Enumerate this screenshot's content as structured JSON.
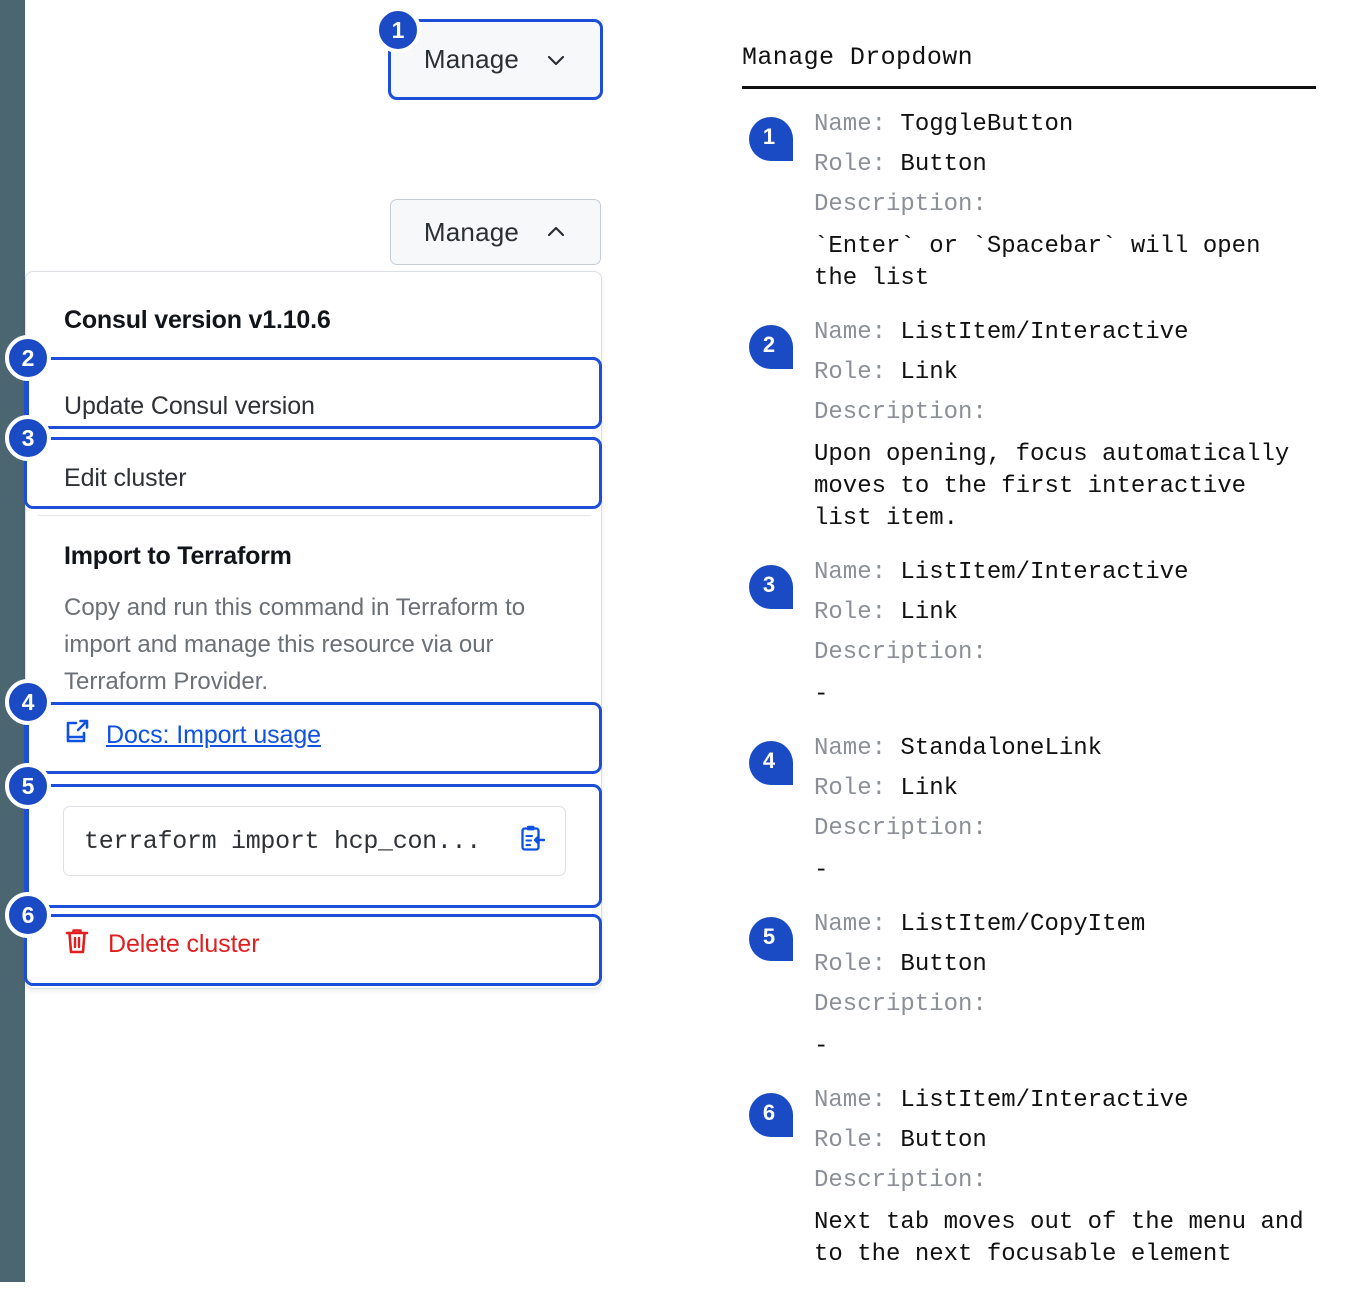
{
  "rail": {
    "color": "#4b6670"
  },
  "accent": {
    "blue": "#1b4bc4",
    "link_blue": "#0f52e0",
    "danger_red": "#e02020"
  },
  "left": {
    "toggle_closed": {
      "label": "Manage",
      "icon": "chevron-down-icon"
    },
    "toggle_open": {
      "label": "Manage",
      "icon": "chevron-up-icon"
    },
    "dropdown": {
      "header": "Consul version v1.10.6",
      "update_item": "Update Consul version",
      "edit_item": "Edit cluster",
      "terraform_title": "Import to Terraform",
      "terraform_desc": "Copy and run this command in Terraform to import and manage this resource via our Terraform Provider.",
      "docs_link": "Docs: Import usage",
      "docs_icon": "external-link-icon",
      "code_command": "terraform import hcp_con...",
      "copy_icon": "clipboard-copy-icon",
      "delete_label": "Delete cluster",
      "delete_icon": "trash-icon"
    },
    "badges": [
      "1",
      "2",
      "3",
      "4",
      "5",
      "6"
    ]
  },
  "right": {
    "title": "Manage Dropdown",
    "labels": {
      "name": "Name:",
      "role": "Role:",
      "description": "Description:"
    },
    "annotations": [
      {
        "badge": "1",
        "name": "ToggleButton",
        "role": "Button",
        "description": "`Enter` or `Spacebar` will open\nthe list"
      },
      {
        "badge": "2",
        "name": "ListItem/Interactive",
        "role": "Link",
        "description": "Upon opening, focus automatically\nmoves to the first interactive\nlist item."
      },
      {
        "badge": "3",
        "name": "ListItem/Interactive",
        "role": "Link",
        "description": "-"
      },
      {
        "badge": "4",
        "name": "StandaloneLink",
        "role": "Link",
        "description": "-"
      },
      {
        "badge": "5",
        "name": "ListItem/CopyItem",
        "role": "Button",
        "description": "-"
      },
      {
        "badge": "6",
        "name": "ListItem/Interactive",
        "role": "Button",
        "description": "Next tab moves out of the menu and\nto the next focusable element"
      }
    ]
  }
}
